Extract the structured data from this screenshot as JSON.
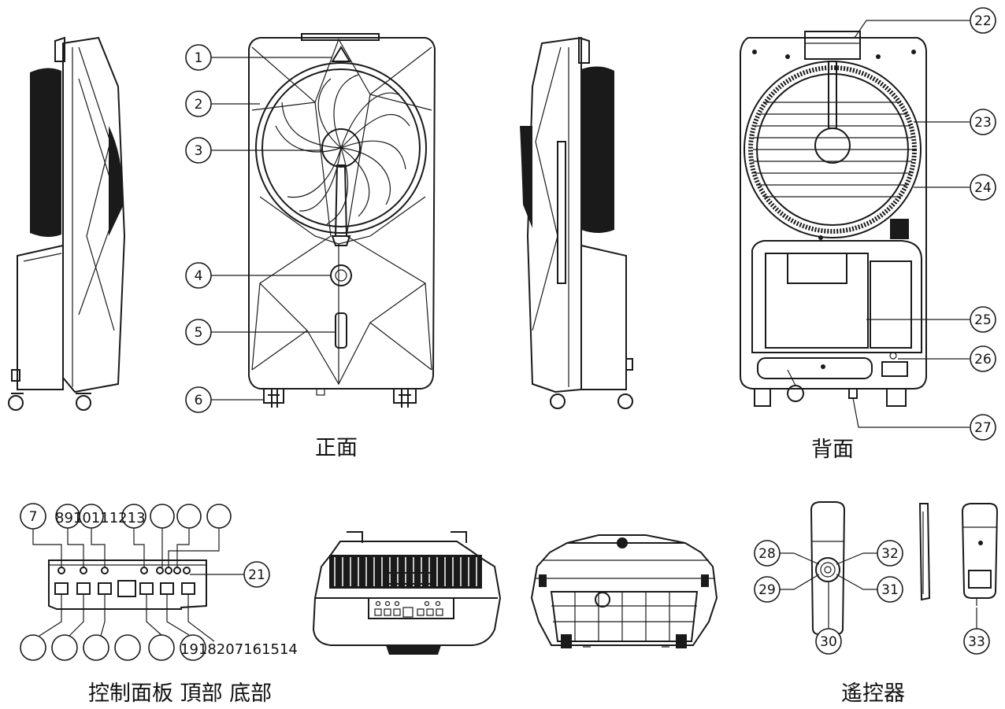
{
  "captions": {
    "front": "正面",
    "back": "背面",
    "panel": "控制面板 頂部 底部",
    "remote": "遙控器"
  },
  "callouts": [
    {
      "id": "c1",
      "label": "1"
    },
    {
      "id": "c2",
      "label": "2"
    },
    {
      "id": "c3",
      "label": "3"
    },
    {
      "id": "c4",
      "label": "4"
    },
    {
      "id": "c5",
      "label": "5"
    },
    {
      "id": "c6",
      "label": "6"
    },
    {
      "id": "c22",
      "label": "22"
    },
    {
      "id": "c23",
      "label": "23"
    },
    {
      "id": "c24",
      "label": "24"
    },
    {
      "id": "c25",
      "label": "25"
    },
    {
      "id": "c26",
      "label": "26"
    },
    {
      "id": "c27",
      "label": "27"
    },
    {
      "id": "c7",
      "label": "7"
    },
    {
      "id": "c21",
      "label": "21"
    },
    {
      "id": "c28",
      "label": "28"
    },
    {
      "id": "c29",
      "label": "29"
    },
    {
      "id": "c30",
      "label": "30"
    },
    {
      "id": "c31",
      "label": "31"
    },
    {
      "id": "c32",
      "label": "32"
    },
    {
      "id": "c33",
      "label": "33"
    }
  ],
  "panel_numbers_top": "8910111213",
  "panel_numbers_bottom": "1918207161514"
}
